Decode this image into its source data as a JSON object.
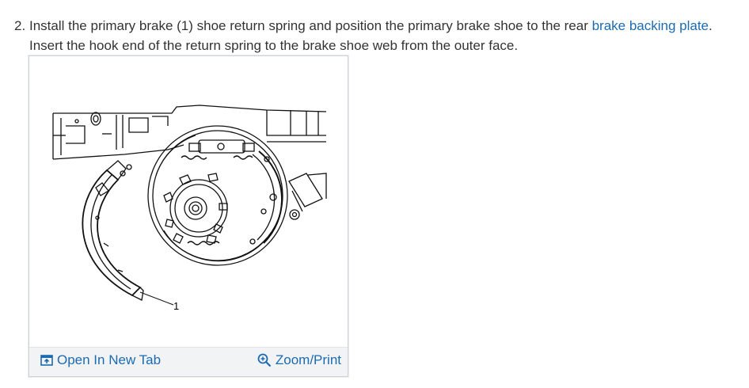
{
  "step": {
    "number": "2.",
    "text_before_link": "Install the primary brake (1) shoe return spring and position the primary brake shoe to the rear ",
    "link_text": "brake backing plate",
    "text_after_link": ".",
    "line2": "Insert the hook end of the return spring to the brake shoe web from the outer face."
  },
  "figure": {
    "callout_label": "1",
    "open_tab_label": "Open In New Tab",
    "zoom_label": "Zoom/Print",
    "open_tab_icon": "open-new-tab-icon",
    "zoom_icon": "magnifier-plus-icon",
    "link_color": "#1c6bb0"
  }
}
